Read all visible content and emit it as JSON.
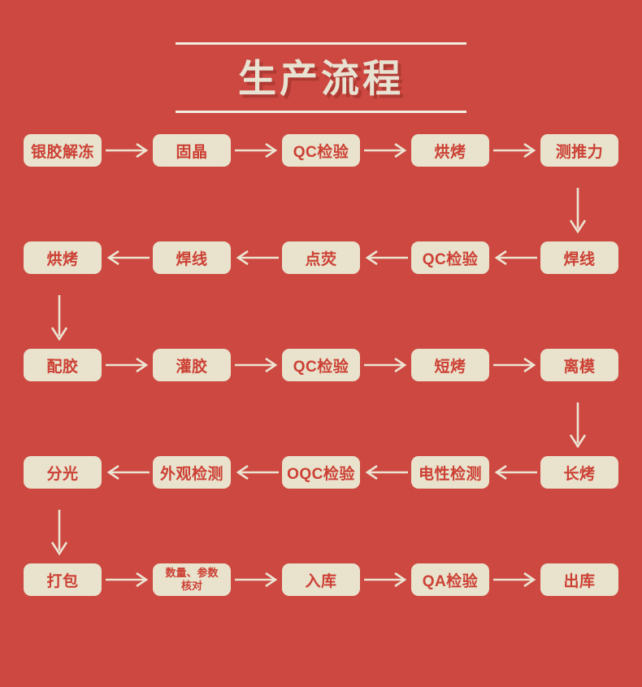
{
  "header": {
    "title": "生产流程"
  },
  "colors": {
    "background": "#cc4840",
    "node_fill": "#e9e2cd",
    "node_text": "#cc4034",
    "rule": "#f0ece0",
    "arrow": "#ece4d2"
  },
  "flow": {
    "rows": [
      {
        "direction": "right",
        "nodes": [
          {
            "label": "银胶解冻"
          },
          {
            "label": "固晶"
          },
          {
            "label": "QC检验"
          },
          {
            "label": "烘烤"
          },
          {
            "label": "测推力"
          }
        ]
      },
      {
        "direction": "left",
        "nodes": [
          {
            "label": "烘烤"
          },
          {
            "label": "焊线"
          },
          {
            "label": "点荧"
          },
          {
            "label": "QC检验"
          },
          {
            "label": "焊线"
          }
        ]
      },
      {
        "direction": "right",
        "nodes": [
          {
            "label": "配胶"
          },
          {
            "label": "灌胶"
          },
          {
            "label": "QC检验"
          },
          {
            "label": "短烤"
          },
          {
            "label": "离模"
          }
        ]
      },
      {
        "direction": "left",
        "nodes": [
          {
            "label": "分光"
          },
          {
            "label": "外观检测"
          },
          {
            "label": "OQC检验"
          },
          {
            "label": "电性检测"
          },
          {
            "label": "长烤"
          }
        ]
      },
      {
        "direction": "right",
        "nodes": [
          {
            "label": "打包"
          },
          {
            "label": "数量、参数\n核对"
          },
          {
            "label": "入库"
          },
          {
            "label": "QA检验"
          },
          {
            "label": "出库"
          }
        ]
      }
    ],
    "connectors": [
      {
        "name": "row1-to-row2",
        "side": "right",
        "direction": "down"
      },
      {
        "name": "row2-to-row3",
        "side": "left",
        "direction": "down"
      },
      {
        "name": "row3-to-row4",
        "side": "right",
        "direction": "down"
      },
      {
        "name": "row4-to-row5",
        "side": "left",
        "direction": "down"
      }
    ]
  }
}
